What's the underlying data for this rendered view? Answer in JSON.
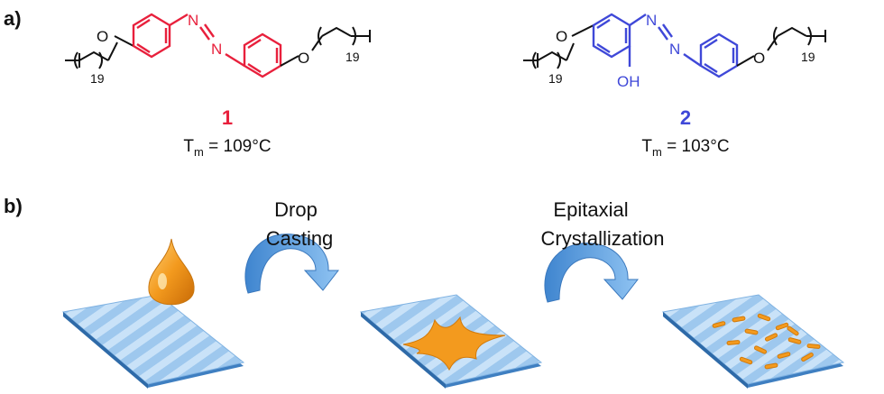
{
  "panel_a": {
    "label": "a)",
    "molecule_1": {
      "number": "1",
      "tm_symbol": "T",
      "tm_subscript": "m",
      "tm_value": " = 109°C",
      "left_chain_count": "19",
      "right_chain_count": "19",
      "oxygen_left": "O",
      "oxygen_right": "O",
      "nitrogen_1": "N",
      "nitrogen_2": "N",
      "color": "#e8203c"
    },
    "molecule_2": {
      "number": "2",
      "tm_symbol": "T",
      "tm_subscript": "m",
      "tm_value": " = 103°C",
      "left_chain_count": "19",
      "right_chain_count": "19",
      "oxygen_left": "O",
      "oxygen_right": "O",
      "nitrogen_1": "N",
      "nitrogen_2": "N",
      "hydroxyl": "OH",
      "color": "#3f48d8"
    }
  },
  "panel_b": {
    "label": "b)",
    "step_1": {
      "line_1": "Drop",
      "line_2": "Casting"
    },
    "step_2": {
      "line_1": "Epitaxial",
      "line_2": "Crystallization"
    },
    "colors": {
      "substrate": "#9ec8ee",
      "substrate_stripe": "#c9e2f8",
      "substrate_edge": "#3f7fc1",
      "droplet": "#f39a1e",
      "arrow": "#5a9fde"
    }
  }
}
